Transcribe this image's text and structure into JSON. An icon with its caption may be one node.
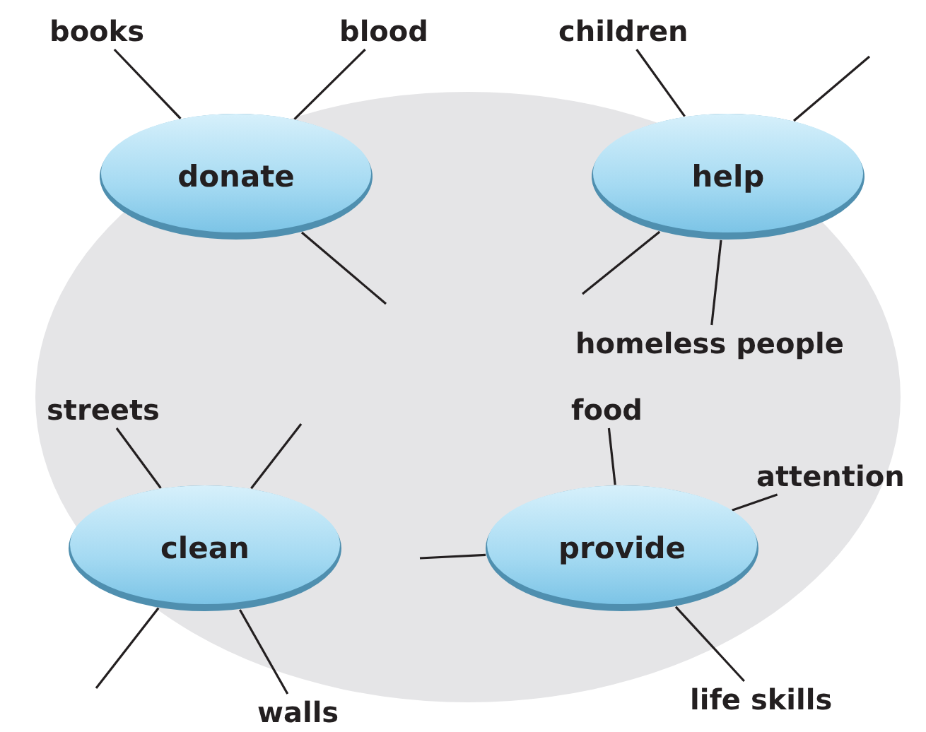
{
  "diagram": {
    "nodes": [
      {
        "text": [
          "books"
        ]
      },
      {
        "text": [
          "blood"
        ]
      },
      {
        "text": [
          "children"
        ]
      },
      {
        "text": [
          "donate"
        ]
      },
      {
        "text": [
          "help"
        ]
      },
      {
        "text": [
          "homeless people"
        ]
      },
      {
        "text": [
          "streets"
        ]
      },
      {
        "text": [
          "food"
        ]
      },
      {
        "text": [
          "attention"
        ]
      },
      {
        "text": [
          "clean"
        ]
      },
      {
        "text": [
          "provide"
        ]
      },
      {
        "text": [
          "walls"
        ]
      },
      {
        "text": [
          "life skills"
        ]
      }
    ],
    "edges": [
      {
        "from": 3,
        "to": 0,
        "arrow": "none"
      },
      {
        "from": 3,
        "to": 1,
        "arrow": "none"
      },
      {
        "from": 3,
        "to": null,
        "arrow": "none"
      },
      {
        "from": 4,
        "to": 2,
        "arrow": "none"
      },
      {
        "from": 4,
        "to": null,
        "arrow": "none"
      },
      {
        "from": 4,
        "to": null,
        "arrow": "none"
      },
      {
        "from": 4,
        "to": 5,
        "arrow": "none"
      },
      {
        "from": 9,
        "to": 6,
        "arrow": "none"
      },
      {
        "from": 9,
        "to": null,
        "arrow": "none"
      },
      {
        "from": 9,
        "to": 11,
        "arrow": "none"
      },
      {
        "from": 9,
        "to": null,
        "arrow": "none"
      },
      {
        "from": 10,
        "to": 7,
        "arrow": "none"
      },
      {
        "from": 10,
        "to": 8,
        "arrow": "none"
      },
      {
        "from": 10,
        "to": null,
        "arrow": "none"
      },
      {
        "from": 10,
        "to": 12,
        "arrow": "none"
      }
    ]
  }
}
